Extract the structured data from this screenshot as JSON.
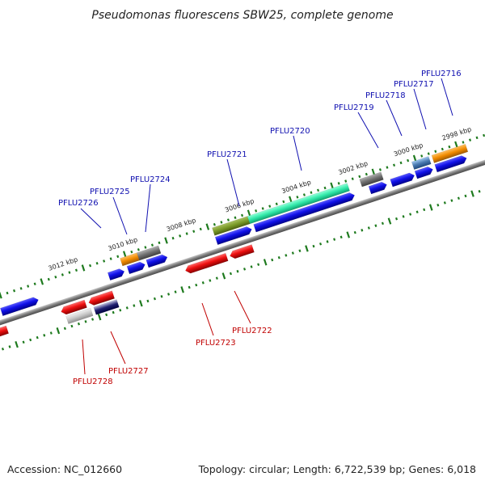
{
  "title": "Pseudomonas fluorescens SBW25, complete genome",
  "footer": {
    "accession": "Accession: NC_012660",
    "summary": "Topology: circular; Length: 6,722,539 bp; Genes: 6,018"
  },
  "colors": {
    "forward_label": "#1010b0",
    "reverse_label": "#c00000",
    "backbone": "#8a8a8a",
    "tick": "#1e7a1e",
    "forward_cds": "#1010e0",
    "reverse_cds": "#e01010"
  },
  "scale_ticks": [
    "2998 kbp",
    "3000 kbp",
    "3002 kbp",
    "3004 kbp",
    "3006 kbp",
    "3008 kbp",
    "3010 kbp",
    "3012 kbp"
  ],
  "forward_labels": [
    "PFLU2716",
    "PFLU2717",
    "PFLU2718",
    "PFLU2719",
    "PFLU2720",
    "PFLU2721",
    "PFLU2724",
    "PFLU2725",
    "PFLU2726"
  ],
  "reverse_labels": [
    "PFLU2722",
    "PFLU2723",
    "PFLU2727",
    "PFLU2728"
  ]
}
